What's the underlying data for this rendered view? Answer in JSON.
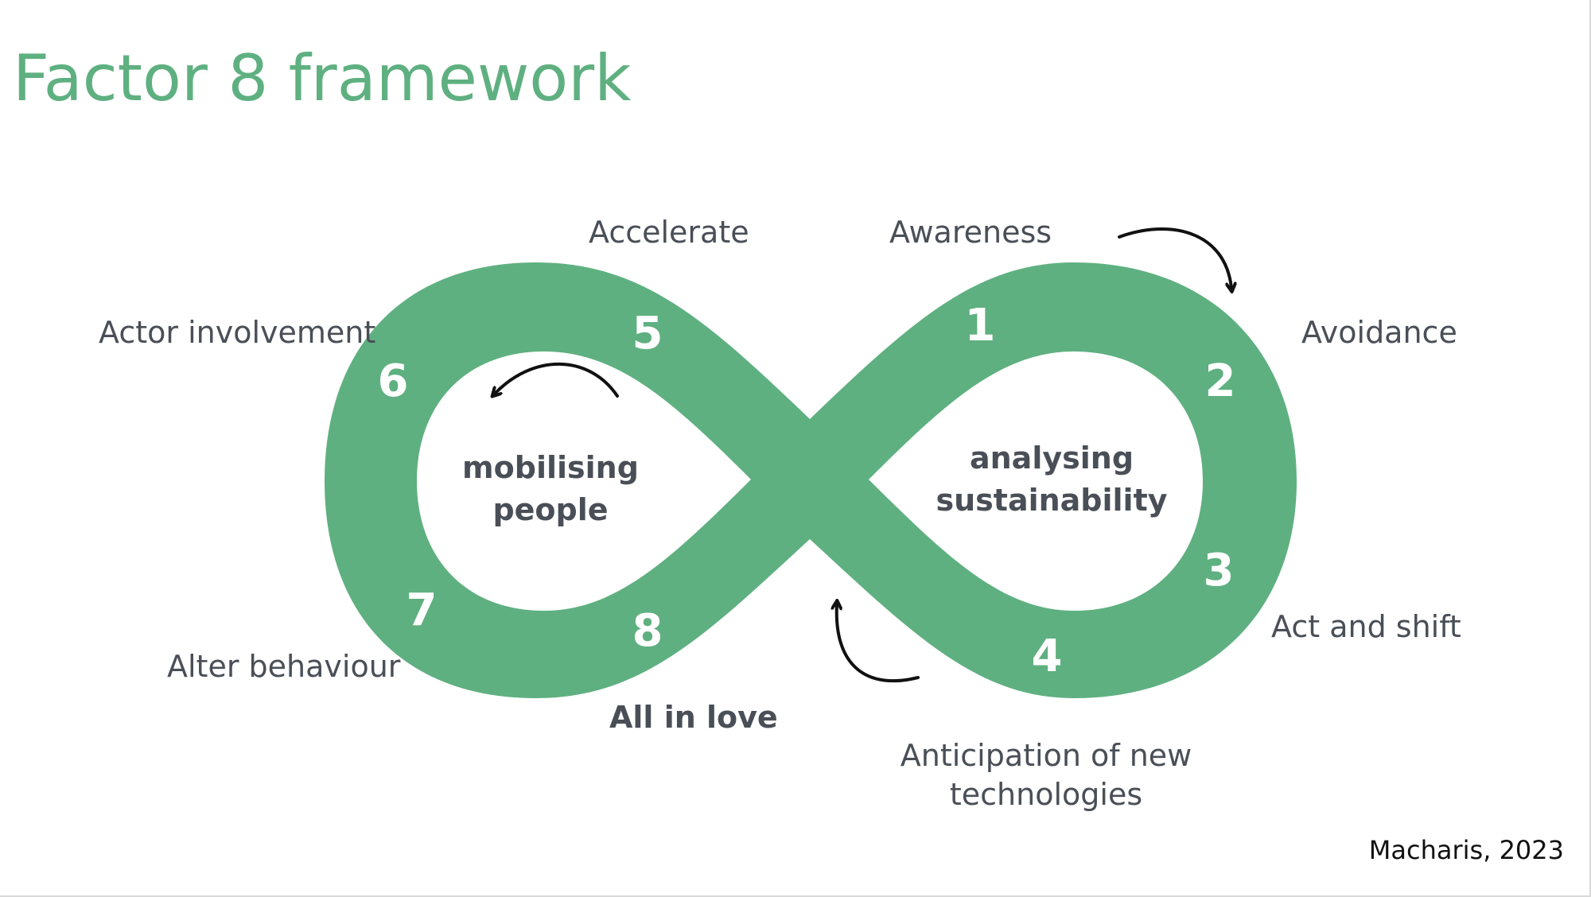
{
  "title": "Factor 8 framework",
  "colors": {
    "loop_fill": "#5fb080",
    "title": "#5fb080",
    "label_text": "#4a4f57",
    "number_text": "#ffffff",
    "arrow": "#111111"
  },
  "loops": {
    "left_label_line1": "mobilising",
    "left_label_line2": "people",
    "right_label_line1": "analysing",
    "right_label_line2": "sustainability"
  },
  "steps": [
    {
      "number": "1",
      "label": "Awareness"
    },
    {
      "number": "2",
      "label": "Avoidance"
    },
    {
      "number": "3",
      "label": "Act and shift"
    },
    {
      "number": "4",
      "label_line1": "Anticipation of new",
      "label_line2": "technologies"
    },
    {
      "number": "5",
      "label": "Accelerate"
    },
    {
      "number": "6",
      "label": "Actor involvement"
    },
    {
      "number": "7",
      "label": "Alter behaviour"
    },
    {
      "number": "8",
      "label": "All in love"
    }
  ],
  "citation": "Macharis, 2023"
}
